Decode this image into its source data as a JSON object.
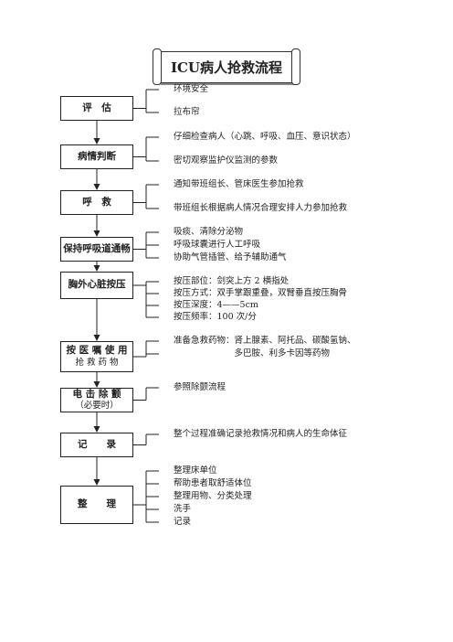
{
  "title": "ICU病人抢救流程",
  "steps": [
    {
      "label": "评　估",
      "sub": "",
      "notes": [
        "环境安全",
        "拉布帘"
      ]
    },
    {
      "label": "病情判断",
      "sub": "",
      "notes": [
        "仔细检查病人（心跳、呼吸、血压、意识状态）",
        "密切观察监护仪监测的参数"
      ]
    },
    {
      "label": "呼　救",
      "sub": "",
      "notes": [
        "通知带班组长、管床医生参加抢救",
        "带班组长根据病人情况合理安排人力参加抢救"
      ]
    },
    {
      "label": "保持呼吸道通畅",
      "sub": "",
      "notes": [
        "吸痰、清除分泌物",
        "呼吸球囊进行人工呼吸",
        "协助气管插管、给予辅助通气"
      ]
    },
    {
      "label": "胸外心脏按压",
      "sub": "",
      "notes": [
        "按压部位：剑突上方 2 横指处",
        "按压方式：双手掌跟重叠，双臂垂直按压胸骨",
        "按压深度：4——5cm",
        "按压频率：100 次/分"
      ]
    },
    {
      "label": "按 医 嘱 使 用",
      "sub": "抢 救 药 物",
      "notes": [
        "准备急救药物：肾上腺素、阿托品、碳酸氢钠、",
        "　　　　　　　多巴胺、利多卡因等药物"
      ]
    },
    {
      "label": "电 击 除 颤",
      "sub": "（必要时）",
      "notes": [
        "参照除颤流程"
      ]
    },
    {
      "label": "记　　录",
      "sub": "",
      "notes": [
        "整个过程准确记录抢救情况和病人的生命体征"
      ]
    },
    {
      "label": "整　　理",
      "sub": "",
      "notes": [
        "整理床单位",
        "帮助患者取舒适体位",
        "整理用物、分类处理",
        "洗手",
        "记录"
      ]
    }
  ]
}
